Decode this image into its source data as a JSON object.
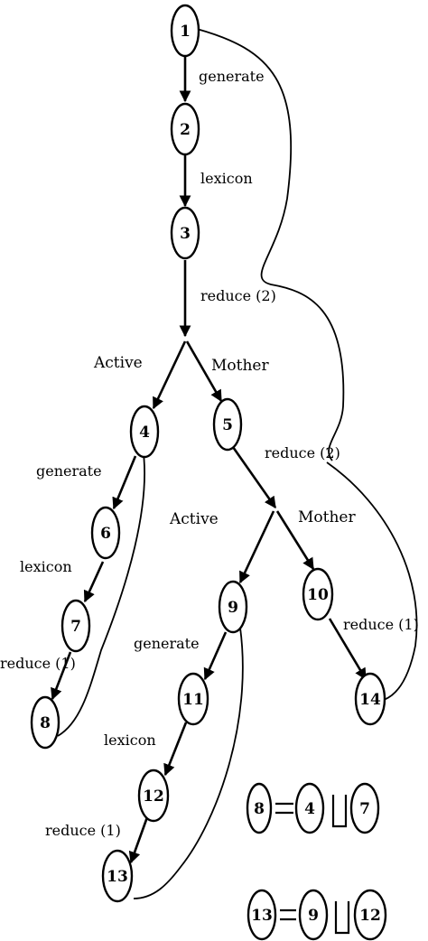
{
  "nodes": {
    "n1": "1",
    "n2": "2",
    "n3": "3",
    "n4": "4",
    "n5": "5",
    "n6": "6",
    "n7": "7",
    "n8": "8",
    "n9": "9",
    "n10": "10",
    "n11": "11",
    "n12": "12",
    "n13": "13",
    "n14": "14"
  },
  "edges": {
    "e1_2": "generate",
    "e2_3": "lexicon",
    "e3_branch": "reduce (2)",
    "e4_6": "generate",
    "e6_7": "lexicon",
    "e7_8": "reduce (1)",
    "e5_branch": "reduce (2)",
    "e9_11": "generate",
    "e11_12": "lexicon",
    "e12_13": "reduce (1)",
    "e10_14": "reduce (1)"
  },
  "branches": {
    "top_left": "Active",
    "top_right": "Mother",
    "mid_left": "Active",
    "mid_right": "Mother"
  },
  "equations": {
    "eq1": {
      "result": "8",
      "left": "4",
      "right": "7"
    },
    "eq2": {
      "result": "13",
      "left": "9",
      "right": "12"
    }
  }
}
